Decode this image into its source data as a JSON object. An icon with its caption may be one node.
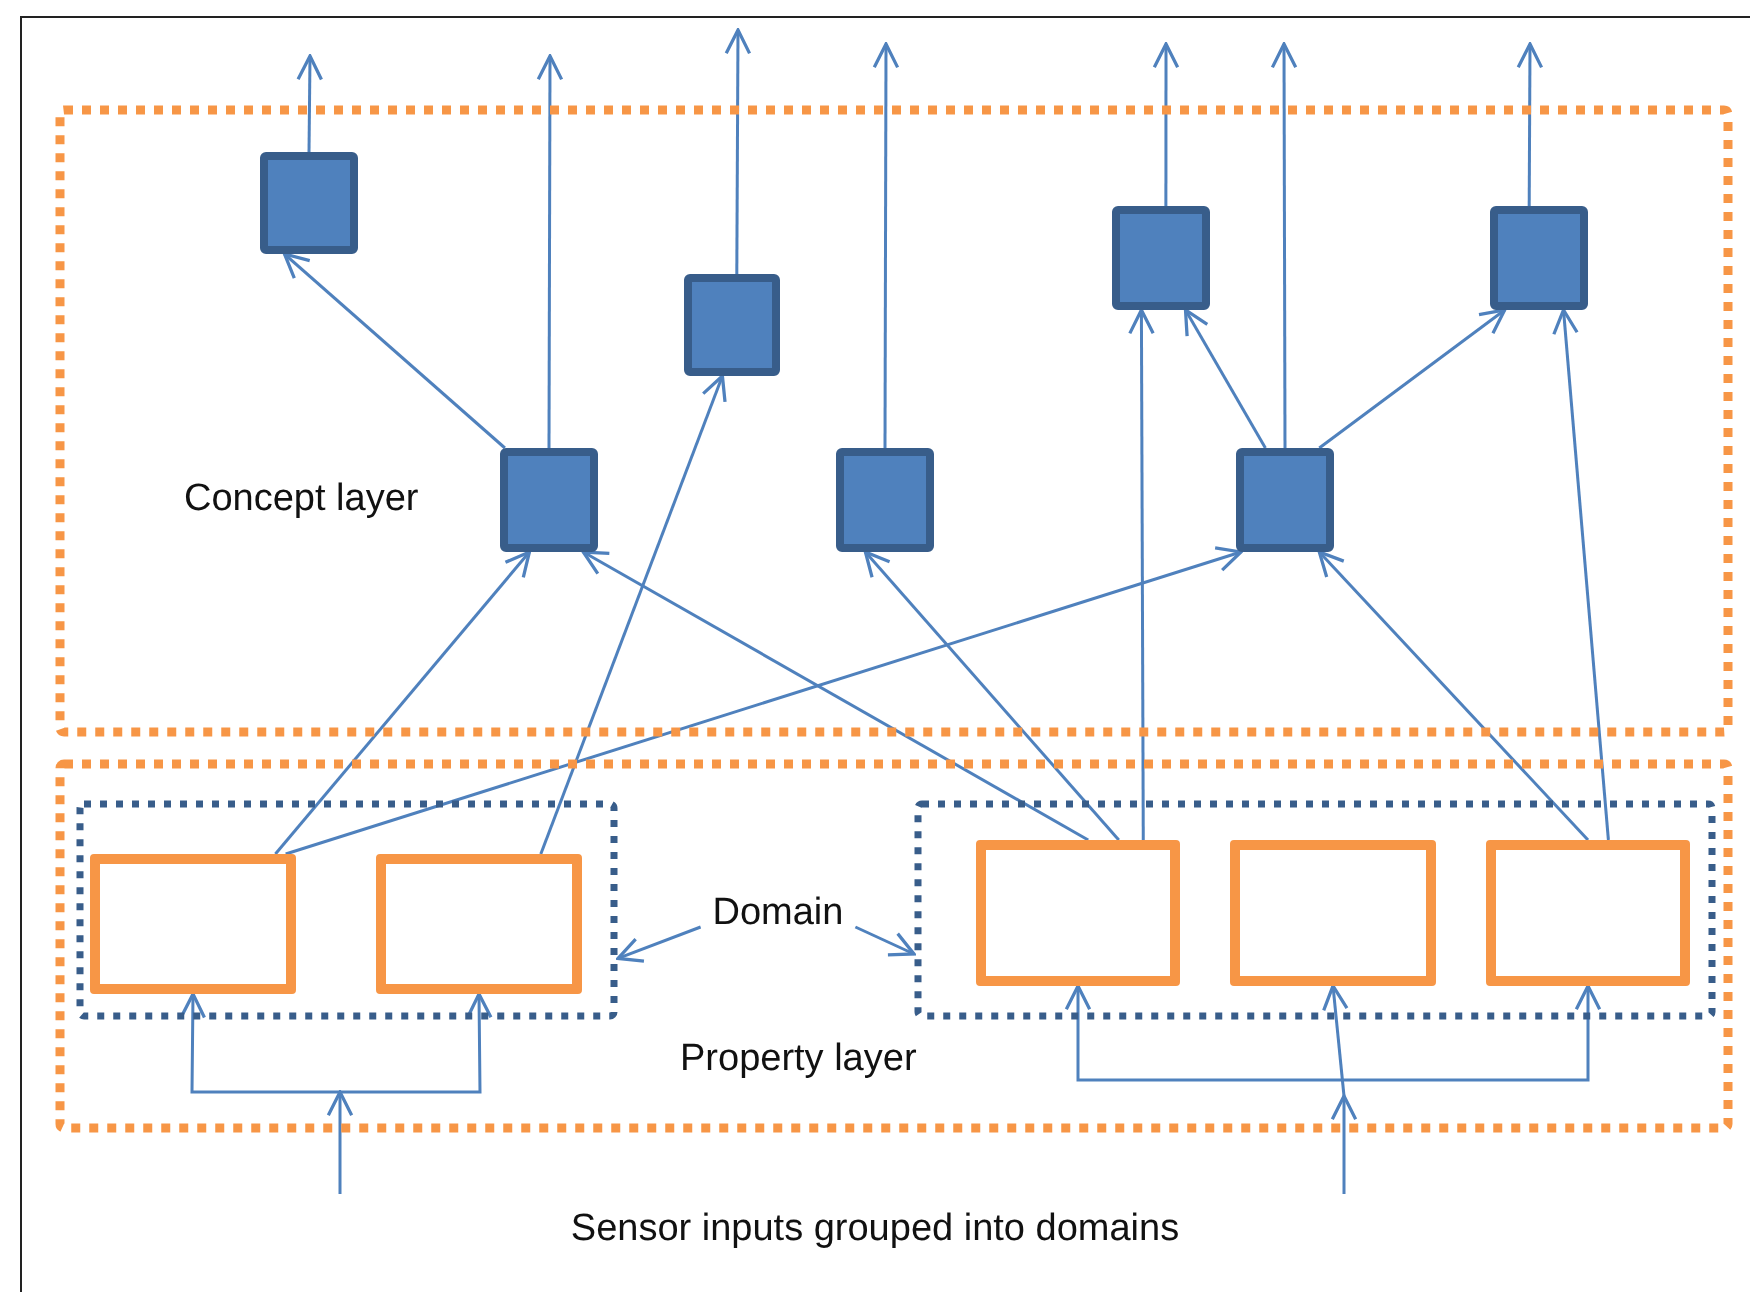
{
  "diagram": {
    "caption": "Sensor inputs grouped into domains",
    "nodes": [
      {
        "text": [
          "Concept layer"
        ]
      },
      {
        "text": [],
        "shape": "box",
        "in": 0
      },
      {
        "text": [],
        "shape": "box",
        "in": 0
      },
      {
        "text": [],
        "shape": "box",
        "in": 0
      },
      {
        "text": [],
        "shape": "box",
        "in": 0
      },
      {
        "text": [],
        "shape": "box",
        "in": 0
      },
      {
        "text": [],
        "shape": "box",
        "in": 0
      },
      {
        "text": [],
        "shape": "box",
        "in": 0
      },
      {
        "text": [
          "Property layer"
        ]
      },
      {
        "text": [],
        "shape": "box",
        "in": 8
      },
      {
        "text": [],
        "shape": "box",
        "in": 8
      },
      {
        "text": [],
        "shape": "box",
        "in": 9
      },
      {
        "text": [],
        "shape": "box",
        "in": 9
      },
      {
        "text": [
          "Domain"
        ],
        "in": 8
      },
      {
        "text": [],
        "shape": "box",
        "in": 10
      },
      {
        "text": [],
        "shape": "box",
        "in": 10
      },
      {
        "text": [],
        "shape": "box",
        "in": 10
      }
    ],
    "edges": [
      {
        "from": 1,
        "to": null,
        "arrow": "to"
      },
      {
        "from": 2,
        "to": null,
        "arrow": "to"
      },
      {
        "from": 3,
        "to": null,
        "arrow": "to"
      },
      {
        "from": 4,
        "to": null,
        "arrow": "to"
      },
      {
        "from": 5,
        "to": null,
        "arrow": "to"
      },
      {
        "from": 6,
        "to": null,
        "arrow": "to"
      },
      {
        "from": 7,
        "to": null,
        "arrow": "to"
      },
      {
        "from": 5,
        "to": 1,
        "arrow": "to"
      },
      {
        "from": 11,
        "to": 5,
        "arrow": "to"
      },
      {
        "from": 12,
        "to": 4,
        "arrow": "to"
      },
      {
        "from": 11,
        "to": 7,
        "arrow": "to"
      },
      {
        "from": 14,
        "to": 5,
        "arrow": "to"
      },
      {
        "from": 14,
        "to": 6,
        "arrow": "to"
      },
      {
        "from": 14,
        "to": 2,
        "arrow": "to"
      },
      {
        "from": 7,
        "to": 2,
        "arrow": "to"
      },
      {
        "from": 7,
        "to": 3,
        "arrow": "to"
      },
      {
        "from": 16,
        "to": 7,
        "arrow": "to"
      },
      {
        "from": 16,
        "to": 3,
        "arrow": "to"
      },
      {
        "from": 13,
        "to": 9,
        "arrow": "to"
      },
      {
        "from": 13,
        "to": 10,
        "arrow": "to"
      },
      {
        "from": null,
        "to": 11,
        "arrow": "to"
      },
      {
        "from": null,
        "to": 12,
        "arrow": "to"
      },
      {
        "from": null,
        "to": 14,
        "arrow": "to"
      },
      {
        "from": null,
        "to": 15,
        "arrow": "to"
      },
      {
        "from": null,
        "to": 16,
        "arrow": "to"
      }
    ]
  }
}
